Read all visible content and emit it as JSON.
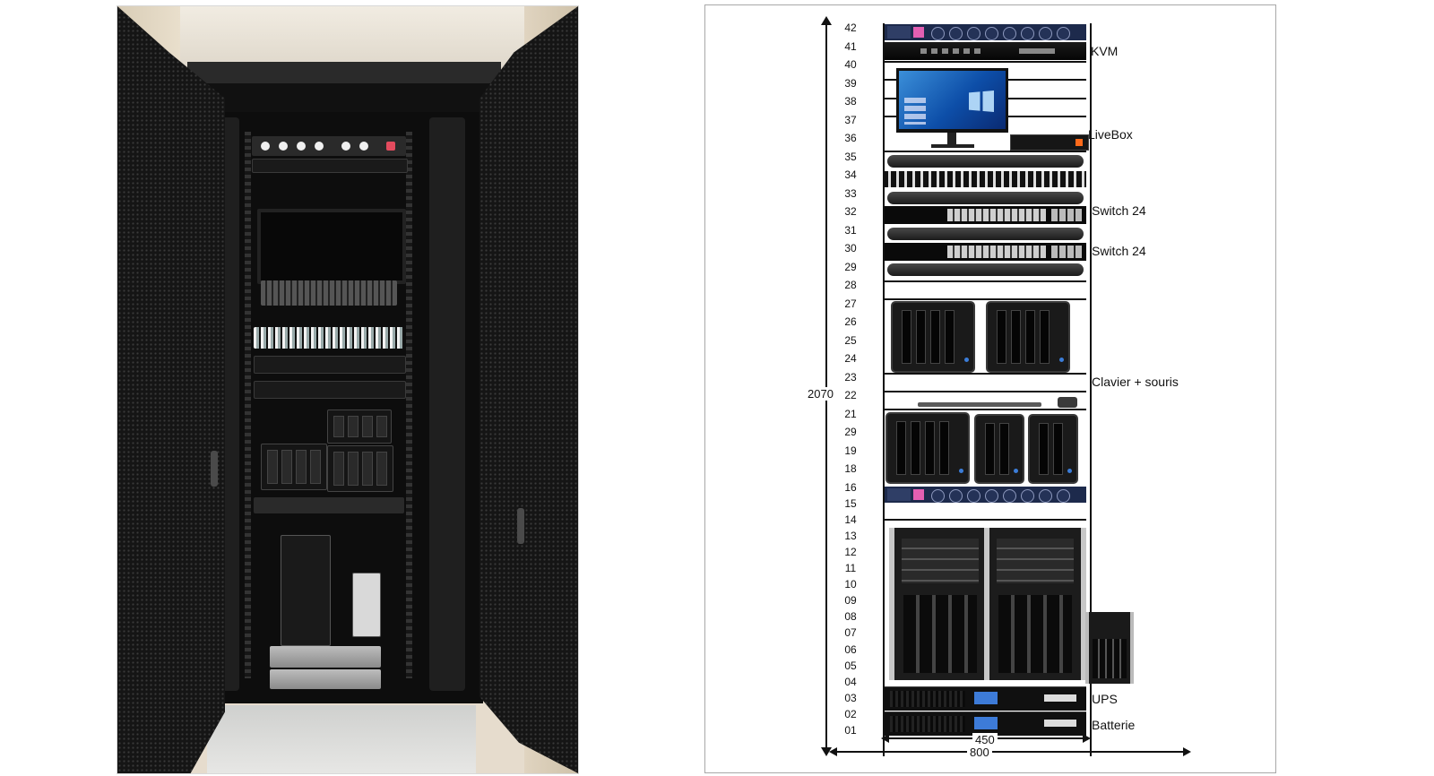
{
  "diagram": {
    "unit_labels": [
      "42",
      "41",
      "40",
      "39",
      "38",
      "37",
      "36",
      "35",
      "34",
      "33",
      "32",
      "31",
      "30",
      "29",
      "28",
      "27",
      "26",
      "25",
      "24",
      "23",
      "22",
      "21",
      "29",
      "19",
      "18",
      "16",
      "15",
      "14",
      "13",
      "12",
      "11",
      "10",
      "09",
      "08",
      "07",
      "06",
      "05",
      "04",
      "03",
      "02",
      "01"
    ],
    "callouts": {
      "kvm": "KVM",
      "livebox": "LiveBox",
      "switch_top": "Switch 24",
      "switch_bottom": "Switch 24",
      "keyboard_mouse": "Clavier + souris",
      "ups": "UPS",
      "battery": "Batterie"
    },
    "dimensions": {
      "height": "2070",
      "rack_width": "450",
      "cabinet_width": "800"
    },
    "colors": {
      "pdu": "#1d2a4c",
      "pdu_outlet_accent": "#e35fb2",
      "ups_display": "#3d7bd8",
      "livebox_led": "#ff6a1a"
    }
  }
}
